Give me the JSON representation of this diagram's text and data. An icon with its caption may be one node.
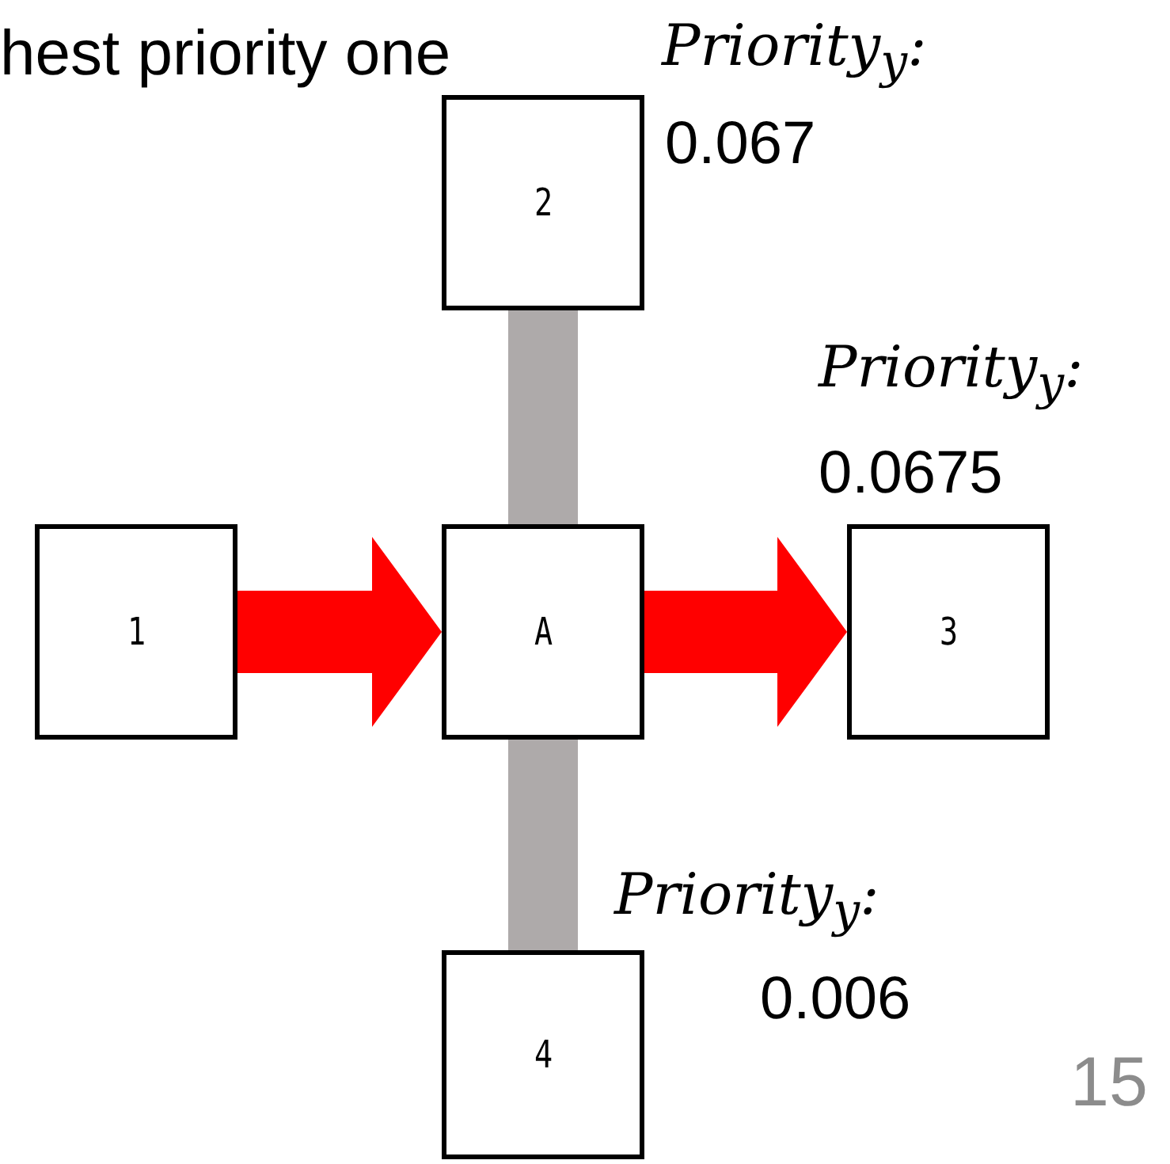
{
  "diagram": {
    "nodes": [
      {
        "text": [
          "2"
        ],
        "beside": [
          "Priority$_{y}$:",
          "0.067"
        ]
      },
      {
        "text": [
          "1"
        ]
      },
      {
        "text": [
          "A"
        ]
      },
      {
        "text": [
          "3"
        ],
        "beside": [
          "Priority$_{y}$:",
          "0.0675"
        ]
      },
      {
        "text": [
          "4"
        ],
        "beside": [
          "Priority$_{y}$:",
          "0.006"
        ]
      }
    ],
    "edges": [
      {
        "from": 0,
        "to": 2,
        "arrow": "none",
        "color": "#aeaaaa"
      },
      {
        "from": 2,
        "to": 4,
        "arrow": "none",
        "color": "#aeaaaa"
      },
      {
        "from": 1,
        "to": 2,
        "arrow": "to",
        "color": "#ff0000"
      },
      {
        "from": 2,
        "to": 3,
        "arrow": "to",
        "color": "#ff0000"
      }
    ],
    "labels": [
      "hest priority one",
      "15"
    ]
  }
}
